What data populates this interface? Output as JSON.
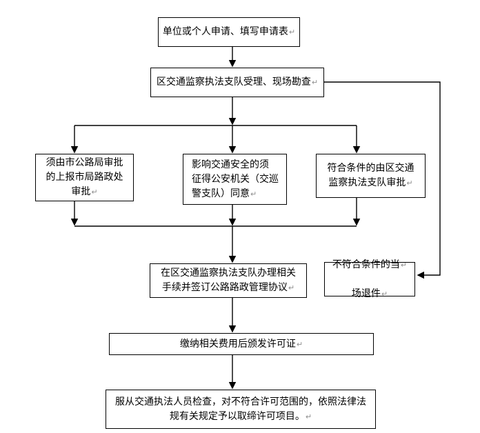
{
  "flowchart": {
    "return_mark": "↵",
    "nodes": [
      {
        "id": "apply",
        "label": "单位或个人申请、填写申请表"
      },
      {
        "id": "accept",
        "label": "区交通监察执法支队受理、现场勘查"
      },
      {
        "id": "city",
        "label": "须由市公路局审批\n的上报市局路政处\n审批"
      },
      {
        "id": "police",
        "label": "影响交通安全的须\n征得公安机关（交巡\n警支队）同意"
      },
      {
        "id": "district",
        "label": "符合条件的由区交通\n监察执法支队审批"
      },
      {
        "id": "agreement",
        "label": "在区交通监察执法支队办理相关\n手续并签订公路路政管理协议"
      },
      {
        "id": "reject",
        "lines": [
          "不符合条件的当",
          "场退件"
        ]
      },
      {
        "id": "fee",
        "label": "缴纳相关费用后颁发许可证"
      },
      {
        "id": "inspect",
        "label": "服从交通执法人员检查，对不符合许可范围的，依照法律法\n规有关规定予以取缔许可项目。"
      }
    ]
  }
}
